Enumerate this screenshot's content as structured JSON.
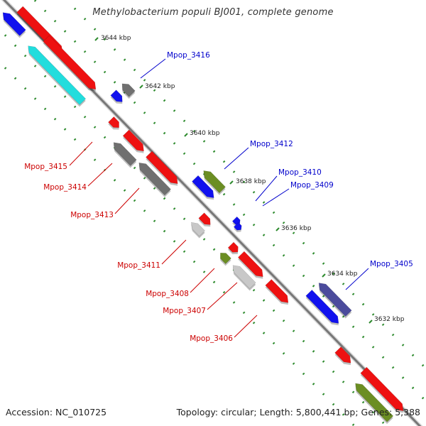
{
  "title": "Methylobacterium populi BJ001, complete genome",
  "footer": {
    "accession": "Accession: NC_010725",
    "summary": "Topology: circular; Length: 5,800,441 bp; Genes: 5,388"
  },
  "colors": {
    "backbone": "#8c8c8c",
    "tick": "#2e8b2e",
    "red": "#ee1111",
    "blue": "#1111ee",
    "cyan": "#22dddd",
    "gray": "#707070",
    "lightgray": "#c8c8c8",
    "olive": "#6b8e23",
    "purple": "#4b4b9c",
    "label_red": "#cc0000",
    "label_blue": "#0000cc"
  },
  "ticks": [
    {
      "label": "3644 kbp"
    },
    {
      "label": "3642 kbp"
    },
    {
      "label": "3640 kbp"
    },
    {
      "label": "3638 kbp"
    },
    {
      "label": "3636 kbp"
    },
    {
      "label": "3634 kbp"
    },
    {
      "label": "3632 kbp"
    }
  ],
  "gene_labels": [
    {
      "text": "Mpop_3416",
      "color": "blue"
    },
    {
      "text": "Mpop_3412",
      "color": "blue"
    },
    {
      "text": "Mpop_3410",
      "color": "blue"
    },
    {
      "text": "Mpop_3409",
      "color": "blue"
    },
    {
      "text": "Mpop_3405",
      "color": "blue"
    },
    {
      "text": "Mpop_3415",
      "color": "red"
    },
    {
      "text": "Mpop_3414",
      "color": "red"
    },
    {
      "text": "Mpop_3413",
      "color": "red"
    },
    {
      "text": "Mpop_3411",
      "color": "red"
    },
    {
      "text": "Mpop_3408",
      "color": "red"
    },
    {
      "text": "Mpop_3407",
      "color": "red"
    },
    {
      "text": "Mpop_3406",
      "color": "red"
    }
  ]
}
